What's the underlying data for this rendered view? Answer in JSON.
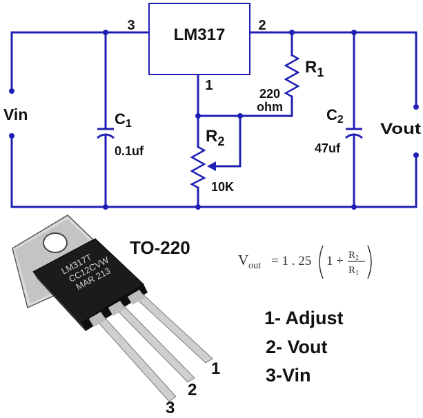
{
  "schematic": {
    "ic_label": "LM317",
    "pin_in": "3",
    "pin_out": "2",
    "pin_adj": "1",
    "vin_label": "Vin",
    "vout_label": "Vout",
    "c1_label": "C",
    "c1_sub": "1",
    "c1_value": "0.1uf",
    "c2_label": "C",
    "c2_sub": "2",
    "c2_value": "47uf",
    "r1_label": "R",
    "r1_sub": "1",
    "r1_value_line1": "220",
    "r1_value_line2": "ohm",
    "r2_label": "R",
    "r2_sub": "2",
    "r2_value": "10K"
  },
  "package": {
    "name": "TO-220",
    "marking_line1": "LM317T",
    "marking_line2": "CC12CVW",
    "marking_line3": "MAR 213",
    "pin1": "1",
    "pin2": "2",
    "pin3": "3"
  },
  "formula": {
    "v": "V",
    "v_sub": "out",
    "equals_const": "= 1 . 25",
    "one_plus": "1 +",
    "num": "R",
    "num_sub": "2",
    "den": "R",
    "den_sub": "1"
  },
  "pinout_legend": {
    "line1": "1- Adjust",
    "line2": "2- Vout",
    "line3": "3-Vin"
  },
  "colors": {
    "wire": "#1f1fb4",
    "text": "#111111"
  }
}
